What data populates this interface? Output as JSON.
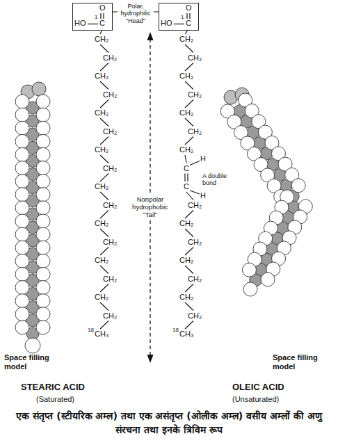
{
  "diagram": {
    "caption": "एक संतृप्त (स्टीयरिक अम्ल) तथा एक असंतृप्त (ओलीक अम्ल) वसीय अम्लों की अणु संरचना तथा इनके त्रिविम रूप",
    "nodes": [
      {
        "text": [
          "O",
          "HO",
          "1",
          "C"
        ]
      },
      {
        "text": [
          "O",
          "HO",
          "1",
          "C"
        ]
      }
    ],
    "labels": [
      "Polar, hydrophilic “Head”",
      "Nonpolar hydrophobic “Tail”",
      "CH₂",
      "CH₂",
      "CH₂",
      "CH₂",
      "CH₂",
      "CH₂",
      "CH₂",
      "CH₂",
      "CH₂",
      "CH₂",
      "CH₂",
      "CH₂",
      "CH₂",
      "CH₂",
      "CH₂",
      "CH₂",
      "18",
      "CH₃",
      "CH₂",
      "CH₂",
      "CH₂",
      "CH₂",
      "CH₂",
      "CH₂",
      "CH₂",
      "C",
      "H",
      "A double bond",
      "C",
      "H",
      "CH₂",
      "CH₂",
      "CH₂",
      "CH₂",
      "CH₂",
      "CH₂",
      "CH₂",
      "18",
      "CH₃",
      "Space filling model",
      "STEARIC ACID",
      "(Saturated)",
      "Space filling model",
      "OLEIC ACID",
      "(Unsaturated)"
    ]
  }
}
